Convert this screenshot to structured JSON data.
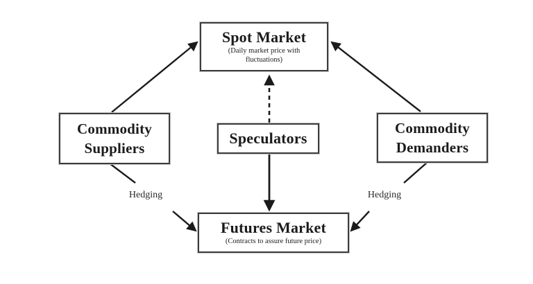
{
  "diagram": {
    "background": "#ffffff",
    "ink_color": "#1b1b1b",
    "box_border_color": "#3d3d3d",
    "box_outline_color": "#c6c6c6",
    "nodes": {
      "spot_market": {
        "title": "Spot Market",
        "subtitle": "(Daily market price with fluctuations)"
      },
      "commodity_suppliers": {
        "title": "Commodity Suppliers"
      },
      "speculators": {
        "title": "Speculators"
      },
      "commodity_demanders": {
        "title": "Commodity Demanders"
      },
      "futures_market": {
        "title": "Futures Market",
        "subtitle": "(Contracts to assure future price)"
      }
    },
    "edge_labels": {
      "left_hedging": "Hedging",
      "right_hedging": "Hedging"
    },
    "edges": [
      {
        "from": "commodity_suppliers",
        "to": "spot_market",
        "style": "solid",
        "label": ""
      },
      {
        "from": "commodity_demanders",
        "to": "spot_market",
        "style": "solid",
        "label": ""
      },
      {
        "from": "speculators",
        "to": "spot_market",
        "style": "dashed",
        "label": ""
      },
      {
        "from": "speculators",
        "to": "futures_market",
        "style": "solid",
        "label": ""
      },
      {
        "from": "commodity_suppliers",
        "to": "futures_market",
        "style": "solid",
        "label": "Hedging"
      },
      {
        "from": "commodity_demanders",
        "to": "futures_market",
        "style": "solid",
        "label": "Hedging"
      }
    ]
  }
}
